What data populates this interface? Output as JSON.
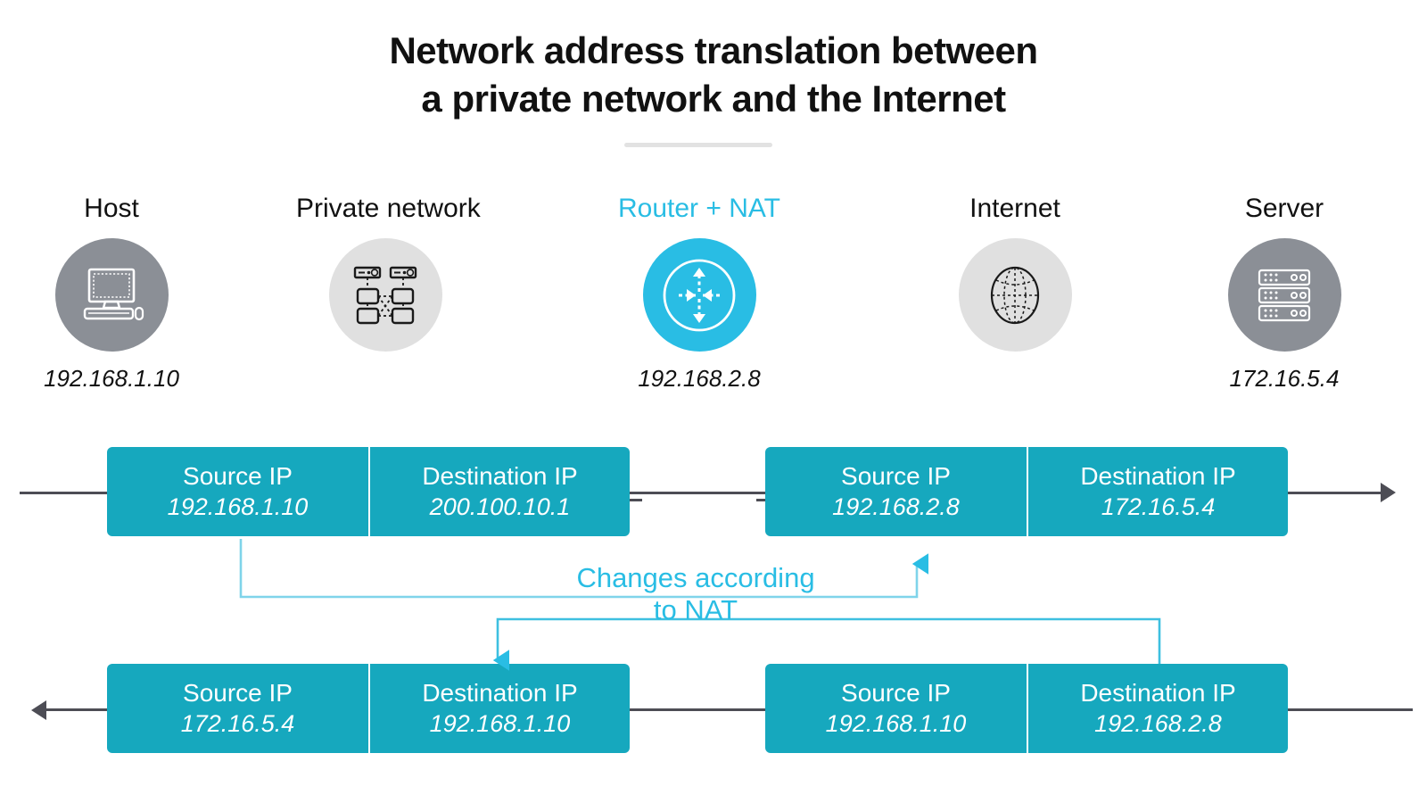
{
  "title": {
    "line1": "Network address translation between",
    "line2": "a private network and the Internet"
  },
  "colors": {
    "accent_cyan": "#29bde4",
    "packet_teal": "#16a8be",
    "node_gray": "#8b8f96",
    "node_light": "#e0e0e0",
    "line_dark": "#4d4d55"
  },
  "topology": {
    "nodes": [
      {
        "label": "Host",
        "ip": "192.168.1.10",
        "icon": "desktop-computer-icon",
        "circle": "gray",
        "label_accent": false
      },
      {
        "label": "Private network",
        "ip": "",
        "icon": "network-topology-icon",
        "circle": "light",
        "label_accent": false
      },
      {
        "label": "Router + NAT",
        "ip": "192.168.2.8",
        "icon": "router-arrows-icon",
        "circle": "cyan",
        "label_accent": true
      },
      {
        "label": "Internet",
        "ip": "",
        "icon": "globe-icon",
        "circle": "light",
        "label_accent": false
      },
      {
        "label": "Server",
        "ip": "172.16.5.4",
        "icon": "server-rack-icon",
        "circle": "gray",
        "label_accent": false
      }
    ]
  },
  "packets": {
    "outbound_before": {
      "source_label": "Source IP",
      "source_value": "192.168.1.10",
      "dest_label": "Destination IP",
      "dest_value": "200.100.10.1"
    },
    "outbound_after": {
      "source_label": "Source IP",
      "source_value": "192.168.2.8",
      "dest_label": "Destination IP",
      "dest_value": "172.16.5.4"
    },
    "inbound_translated": {
      "source_label": "Source IP",
      "source_value": "172.16.5.4",
      "dest_label": "Destination IP",
      "dest_value": "192.168.1.10"
    },
    "inbound_before": {
      "source_label": "Source IP",
      "source_value": "192.168.1.10",
      "dest_label": "Destination IP",
      "dest_value": "192.168.2.8"
    }
  },
  "nat_note": {
    "line1": "Changes according",
    "line2": "to NAT"
  }
}
